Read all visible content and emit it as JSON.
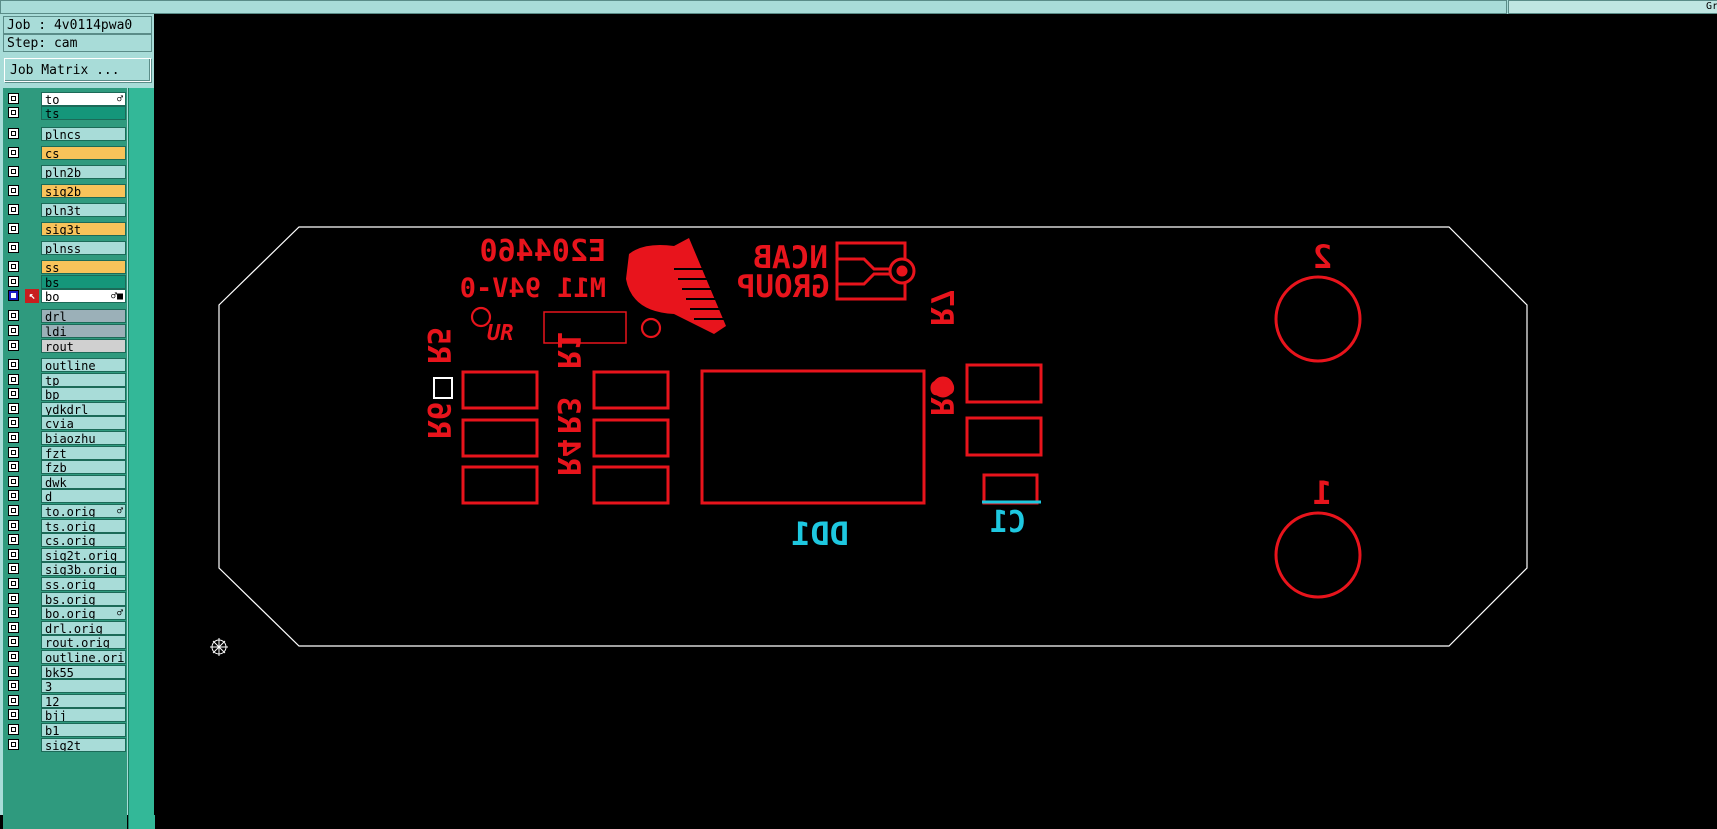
{
  "topbar": {
    "right_text": "Gr"
  },
  "panel": {
    "job": "Job : 4v0114pwa0",
    "step": "Step: cam",
    "job_matrix_button": "Job Matrix ...",
    "layers": [
      {
        "name": "to",
        "color": "#ffffff",
        "mark": "♂"
      },
      {
        "name": "ts",
        "color": "#15967a",
        "mark": ""
      },
      {
        "name": "plncs",
        "color": "#a8dcd8",
        "mark": ""
      },
      {
        "name": "cs",
        "color": "#f8c35a",
        "mark": ""
      },
      {
        "name": "pln2b",
        "color": "#a8dcd8",
        "mark": ""
      },
      {
        "name": "sig2b",
        "color": "#f8c35a",
        "mark": ""
      },
      {
        "name": "pln3t",
        "color": "#a8dcd8",
        "mark": ""
      },
      {
        "name": "sig3t",
        "color": "#f8c35a",
        "mark": ""
      },
      {
        "name": "plnss",
        "color": "#a8dcd8",
        "mark": ""
      },
      {
        "name": "ss",
        "color": "#f8c35a",
        "mark": ""
      },
      {
        "name": "bs",
        "color": "#15967a",
        "mark": ""
      },
      {
        "name": "bo",
        "color": "#ffffff",
        "mark": "♂■",
        "selected": true
      },
      {
        "name": "drl",
        "color": "#9bb0b8",
        "mark": ""
      },
      {
        "name": "ldi",
        "color": "#9bb0b8",
        "mark": ""
      },
      {
        "name": "rout",
        "color": "#d0d0d0",
        "mark": ""
      },
      {
        "name": "outline",
        "color": "#a8dcd8",
        "mark": ""
      },
      {
        "name": "tp",
        "color": "#a8dcd8",
        "mark": ""
      },
      {
        "name": "bp",
        "color": "#a8dcd8",
        "mark": ""
      },
      {
        "name": "ydkdrl",
        "color": "#a8dcd8",
        "mark": ""
      },
      {
        "name": "cvia",
        "color": "#a8dcd8",
        "mark": ""
      },
      {
        "name": "biaozhu",
        "color": "#a8dcd8",
        "mark": ""
      },
      {
        "name": "fzt",
        "color": "#a8dcd8",
        "mark": ""
      },
      {
        "name": "fzb",
        "color": "#a8dcd8",
        "mark": ""
      },
      {
        "name": "dwk",
        "color": "#a8dcd8",
        "mark": ""
      },
      {
        "name": "d",
        "color": "#a8dcd8",
        "mark": ""
      },
      {
        "name": "to.orig",
        "color": "#a8dcd8",
        "mark": "♂"
      },
      {
        "name": "ts.orig",
        "color": "#a8dcd8",
        "mark": ""
      },
      {
        "name": "cs.orig",
        "color": "#a8dcd8",
        "mark": ""
      },
      {
        "name": "sig2t.orig",
        "color": "#a8dcd8",
        "mark": ""
      },
      {
        "name": "sig3b.orig",
        "color": "#a8dcd8",
        "mark": ""
      },
      {
        "name": "ss.orig",
        "color": "#a8dcd8",
        "mark": ""
      },
      {
        "name": "bs.orig",
        "color": "#a8dcd8",
        "mark": ""
      },
      {
        "name": "bo.orig",
        "color": "#a8dcd8",
        "mark": "♂"
      },
      {
        "name": "drl.orig",
        "color": "#a8dcd8",
        "mark": ""
      },
      {
        "name": "rout.orig",
        "color": "#a8dcd8",
        "mark": ""
      },
      {
        "name": "outline.orig",
        "color": "#a8dcd8",
        "mark": ""
      },
      {
        "name": "bk55",
        "color": "#a8dcd8",
        "mark": ""
      },
      {
        "name": "3",
        "color": "#a8dcd8",
        "mark": ""
      },
      {
        "name": "12",
        "color": "#a8dcd8",
        "mark": ""
      },
      {
        "name": "bjj",
        "color": "#a8dcd8",
        "mark": ""
      },
      {
        "name": "b1",
        "color": "#a8dcd8",
        "mark": ""
      },
      {
        "name": "sig2t",
        "color": "#a8dcd8",
        "mark": ""
      }
    ]
  },
  "board": {
    "ul_number": "E204460",
    "rating": "M11 94V-0",
    "brand": "NCAB",
    "brand2": "GROUP",
    "ic_label": "DD1",
    "cap_label": "C1",
    "r7": "R7",
    "r8": "R8",
    "r1": "R1",
    "r3": "R3",
    "r4": "R4",
    "r5": "R5",
    "r6": "R6",
    "pin2": "2",
    "pin1": "1",
    "layer_color": "#e8141c",
    "comp_color": "#1ec8e0"
  }
}
